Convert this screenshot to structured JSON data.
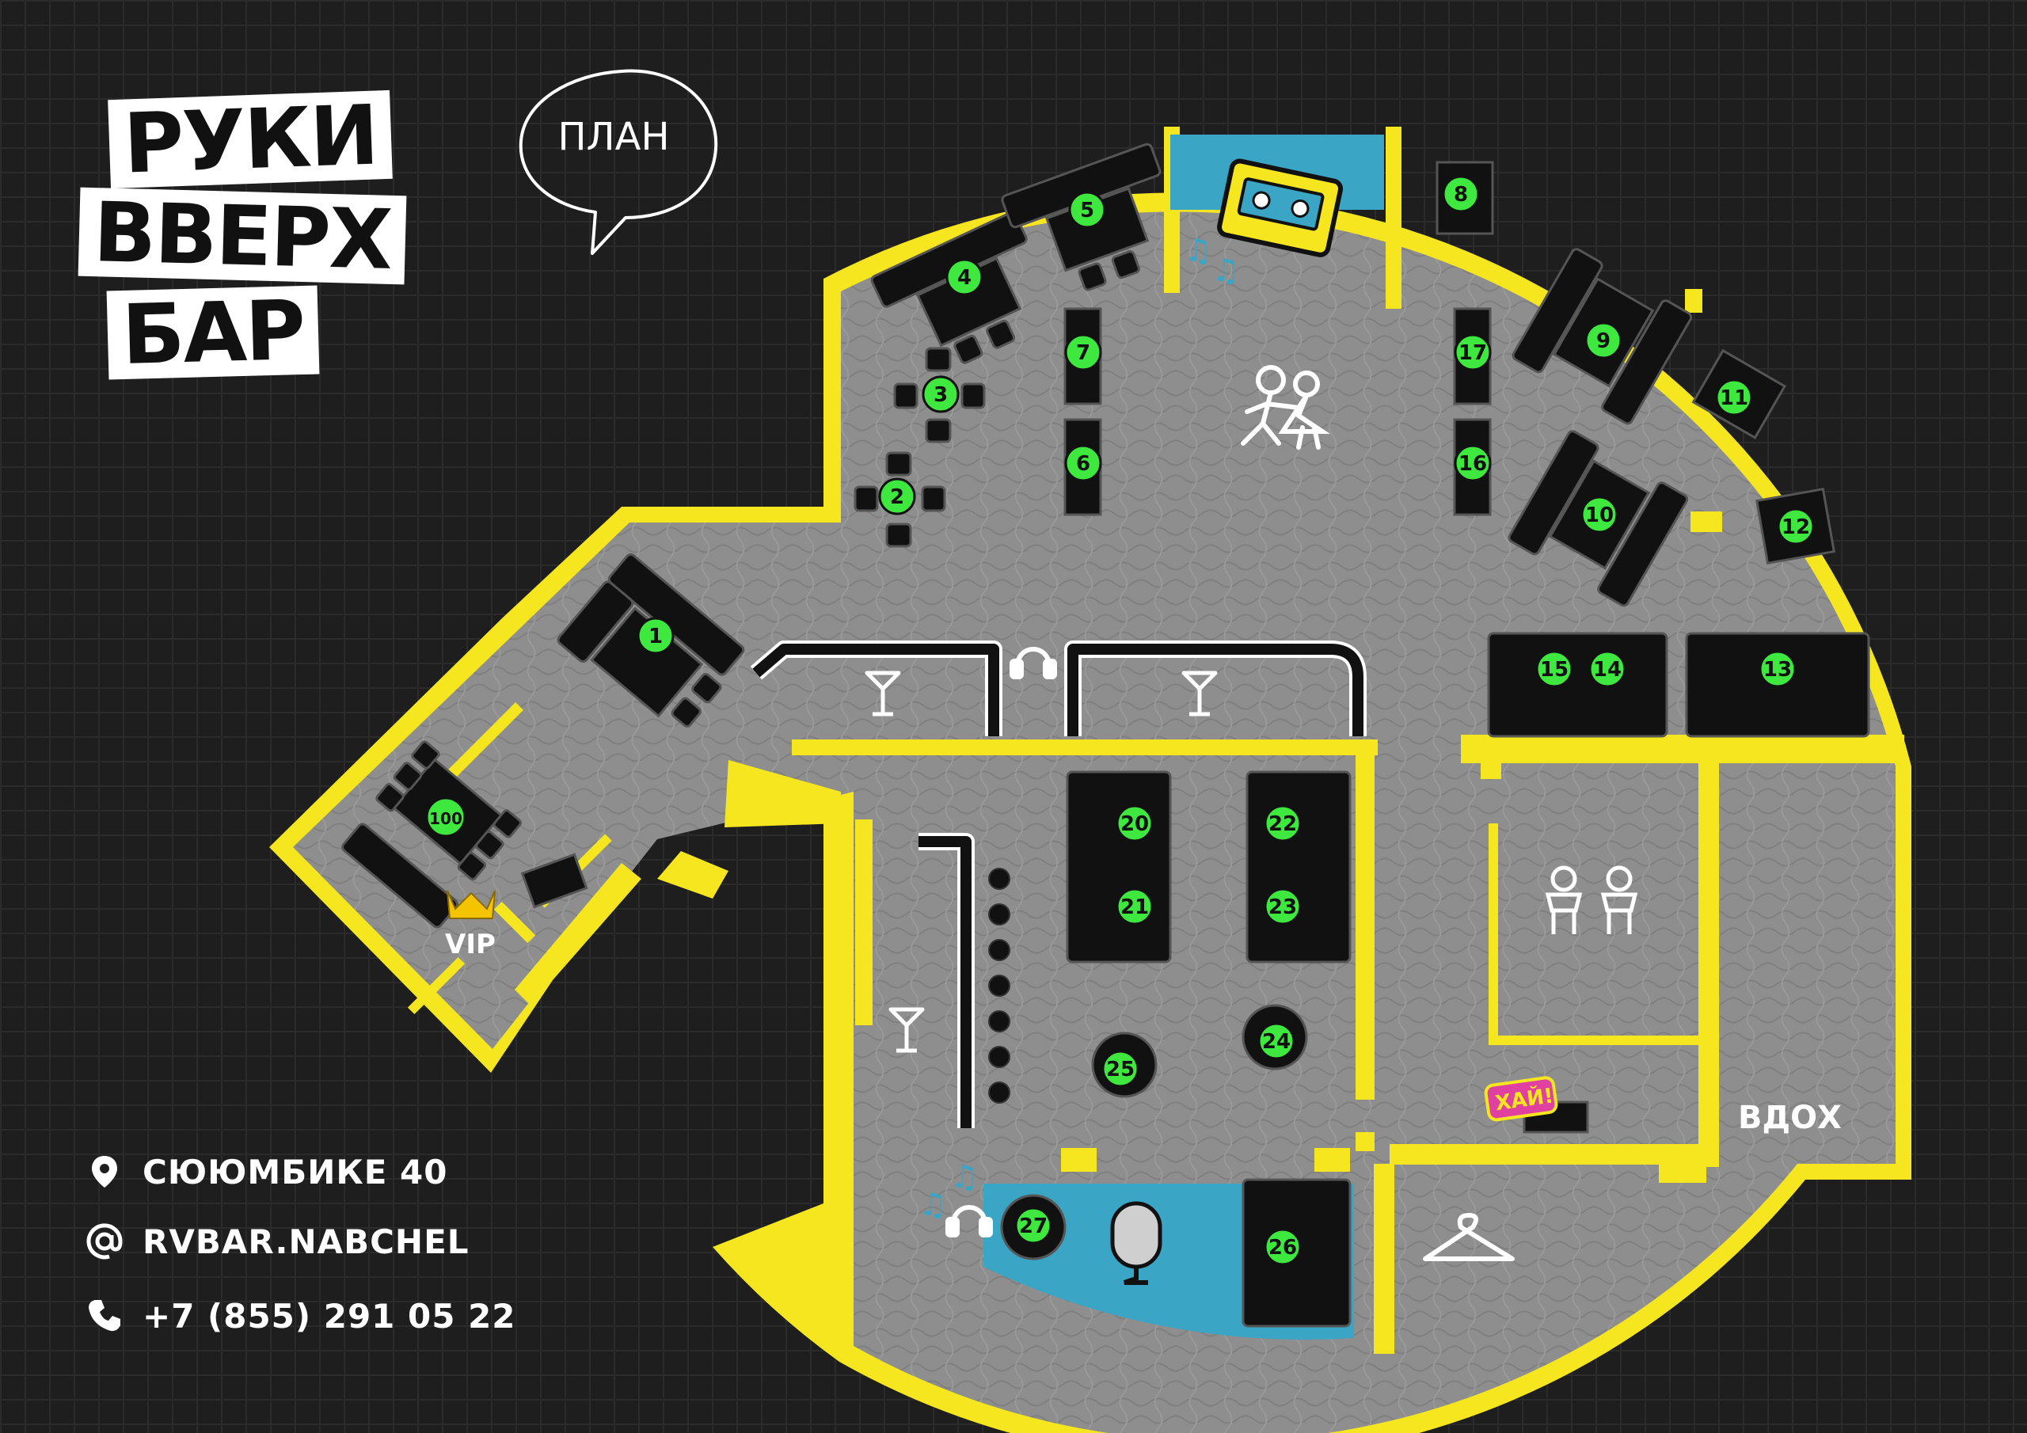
{
  "logo": {
    "line1": "РУКИ",
    "line2": "ВВЕРХ",
    "line3": "БАР"
  },
  "bubble": {
    "label": "ПЛАН"
  },
  "zones": {
    "vip": "VIP",
    "entrance": "ВДОХ",
    "sign": "ХАЙ!"
  },
  "contacts": {
    "address": "СЮЮМБИКЕ 40",
    "instagram": "RVBAR.NABCHEL",
    "phone": "+7 (855) 291 05 22"
  },
  "tables": [
    {
      "label": "1"
    },
    {
      "label": "2"
    },
    {
      "label": "3"
    },
    {
      "label": "4"
    },
    {
      "label": "5"
    },
    {
      "label": "6"
    },
    {
      "label": "7"
    },
    {
      "label": "8"
    },
    {
      "label": "9"
    },
    {
      "label": "10"
    },
    {
      "label": "11"
    },
    {
      "label": "12"
    },
    {
      "label": "13"
    },
    {
      "label": "14"
    },
    {
      "label": "15"
    },
    {
      "label": "16"
    },
    {
      "label": "17"
    },
    {
      "label": "100"
    },
    {
      "label": "20"
    },
    {
      "label": "21"
    },
    {
      "label": "22"
    },
    {
      "label": "23"
    },
    {
      "label": "24"
    },
    {
      "label": "25"
    },
    {
      "label": "26"
    },
    {
      "label": "27"
    }
  ],
  "icons": [
    "music-note-icon",
    "cassette-icon",
    "dancers-icon",
    "cocktail-icon",
    "headphones-icon",
    "crown-icon",
    "microphone-icon",
    "hanger-icon",
    "restroom-icon",
    "location-pin-icon",
    "at-sign-icon",
    "phone-icon"
  ],
  "colors": {
    "wall": "#f5e620",
    "floor": "#8e8e8e",
    "furniture": "#1a1a1a",
    "table_badge": "#3ee83e",
    "stage": "#3aa5c4",
    "background": "#1e1e1e"
  }
}
